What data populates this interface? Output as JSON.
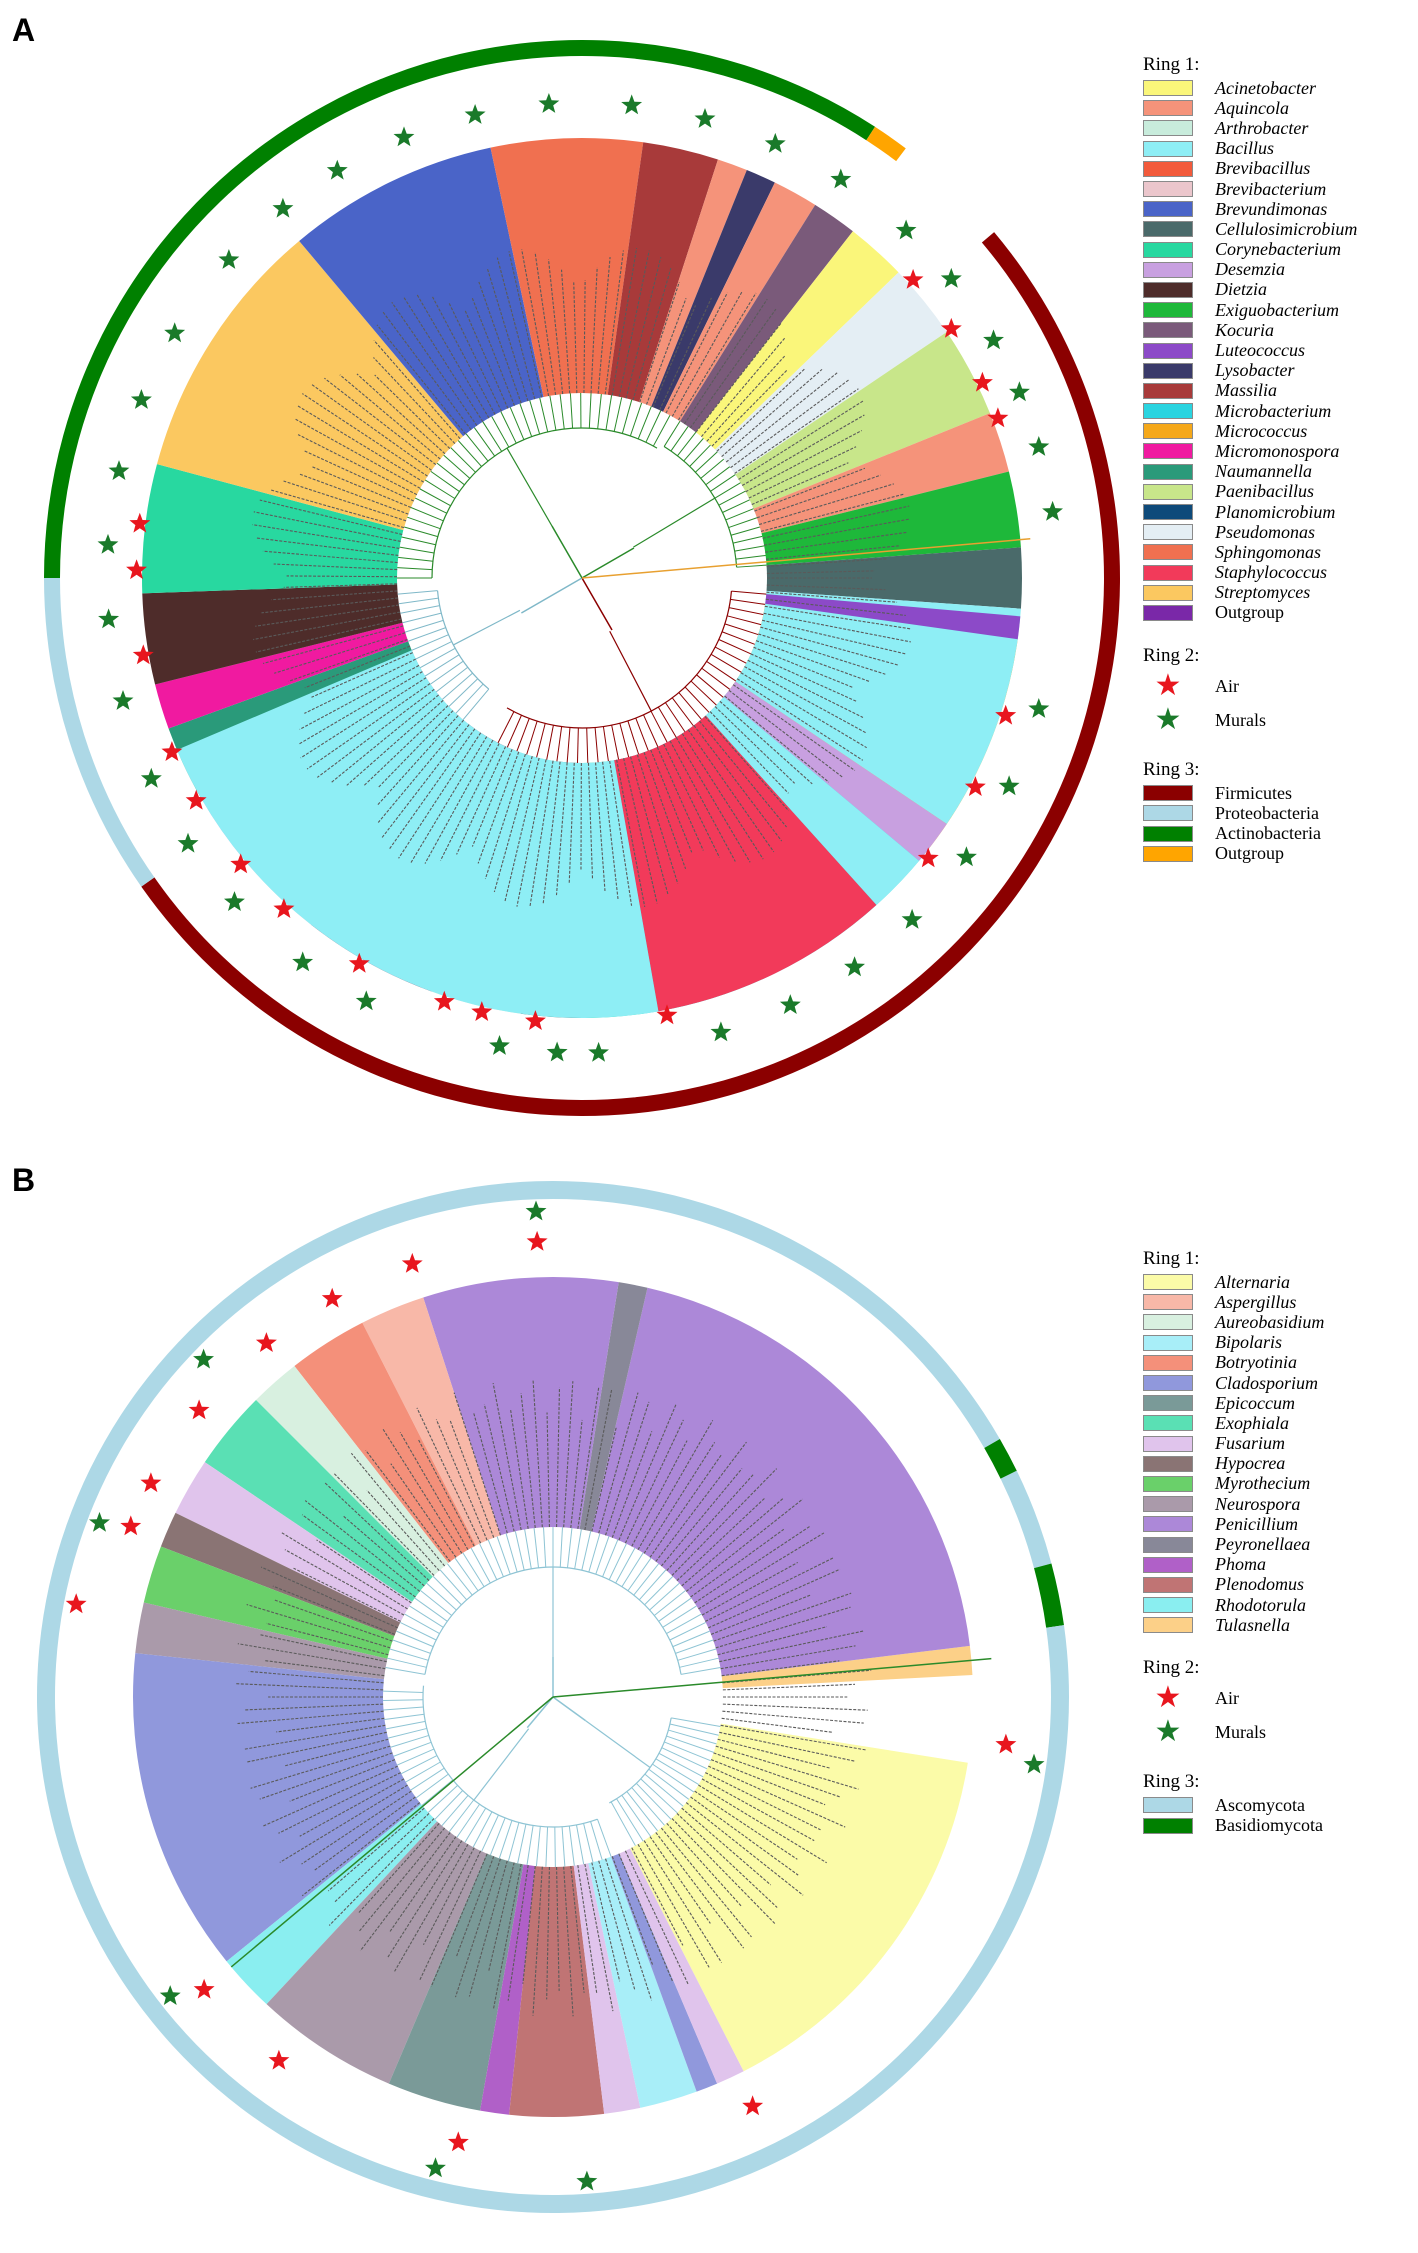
{
  "panels": [
    {
      "letter": "A",
      "legend": {
        "ring1_title": "Ring 1:",
        "ring1": [
          {
            "label": "Acinetobacter",
            "color": "#faf67a"
          },
          {
            "label": "Aquincola",
            "color": "#f5937a"
          },
          {
            "label": "Arthrobacter",
            "color": "#c8ecdc"
          },
          {
            "label": "Bacillus",
            "color": "#8eeef5"
          },
          {
            "label": "Brevibacillus",
            "color": "#f25a3b"
          },
          {
            "label": "Brevibacterium",
            "color": "#ebc6cc"
          },
          {
            "label": "Brevundimonas",
            "color": "#4a64c8"
          },
          {
            "label": "Cellulosimicrobium",
            "color": "#4a6a6a"
          },
          {
            "label": "Corynebacterium",
            "color": "#28d8a0"
          },
          {
            "label": "Desemzia",
            "color": "#c8a0e0"
          },
          {
            "label": "Dietzia",
            "color": "#4e2c2a"
          },
          {
            "label": "Exiguobacterium",
            "color": "#1eb83a"
          },
          {
            "label": "Kocuria",
            "color": "#7a5a7a"
          },
          {
            "label": "Luteococcus",
            "color": "#8c4ac8"
          },
          {
            "label": "Lysobacter",
            "color": "#3a3a6a"
          },
          {
            "label": "Massilia",
            "color": "#a83a3a"
          },
          {
            "label": "Microbacterium",
            "color": "#2ad4e0"
          },
          {
            "label": "Micrococcus",
            "color": "#f5a81a"
          },
          {
            "label": "Micromonospora",
            "color": "#f01aa0"
          },
          {
            "label": "Naumannella",
            "color": "#2a9a7a"
          },
          {
            "label": "Paenibacillus",
            "color": "#c8e68a"
          },
          {
            "label": "Planomicrobium",
            "color": "#0e4a7a"
          },
          {
            "label": "Pseudomonas",
            "color": "#e4eef4"
          },
          {
            "label": "Sphingomonas",
            "color": "#f07050"
          },
          {
            "label": "Staphylococcus",
            "color": "#f23a5a"
          },
          {
            "label": "Streptomyces",
            "color": "#fbc860"
          },
          {
            "label": "Outgroup",
            "color": "#7a28a8"
          }
        ],
        "ring2_title": "Ring 2:",
        "ring2": [
          {
            "label": "Air",
            "color": "#e8161e"
          },
          {
            "label": "Murals",
            "color": "#1a7a2a"
          }
        ],
        "ring3_title": "Ring 3:",
        "ring3": [
          {
            "label": "Firmicutes",
            "color": "#8b0000"
          },
          {
            "label": "Proteobacteria",
            "color": "#add8e6"
          },
          {
            "label": "Actinobacteria",
            "color": "#008000"
          },
          {
            "label": "Outgroup",
            "color": "#ffa500"
          }
        ]
      }
    },
    {
      "letter": "B",
      "legend": {
        "ring1_title": "Ring 1:",
        "ring1": [
          {
            "label": "Alternaria",
            "color": "#fbfba8"
          },
          {
            "label": "Aspergillus",
            "color": "#f8b8a8"
          },
          {
            "label": "Aureobasidium",
            "color": "#d8f0e0"
          },
          {
            "label": "Bipolaris",
            "color": "#a8eef8"
          },
          {
            "label": "Botryotinia",
            "color": "#f4907a"
          },
          {
            "label": "Cladosporium",
            "color": "#9098dc"
          },
          {
            "label": "Epicoccum",
            "color": "#7a9a98"
          },
          {
            "label": "Exophiala",
            "color": "#5ae0b4"
          },
          {
            "label": "Fusarium",
            "color": "#e0c4ec"
          },
          {
            "label": "Hypocrea",
            "color": "#8a7474"
          },
          {
            "label": "Myrothecium",
            "color": "#6ad06a"
          },
          {
            "label": "Neurospora",
            "color": "#aa9aaa"
          },
          {
            "label": "Penicillium",
            "color": "#ac88d8"
          },
          {
            "label": "Peyronellaea",
            "color": "#888898"
          },
          {
            "label": "Phoma",
            "color": "#b060c8"
          },
          {
            "label": "Plenodomus",
            "color": "#c07474"
          },
          {
            "label": "Rhodotorula",
            "color": "#8aeef0"
          },
          {
            "label": "Tulasnella",
            "color": "#fcd088"
          }
        ],
        "ring2_title": "Ring 2:",
        "ring2": [
          {
            "label": "Air",
            "color": "#e8161e"
          },
          {
            "label": "Murals",
            "color": "#1a7a2a"
          }
        ],
        "ring3_title": "Ring 3:",
        "ring3": [
          {
            "label": "Ascomycota",
            "color": "#add8e6"
          },
          {
            "label": "Basidiomycota",
            "color": "#008000"
          }
        ]
      }
    }
  ],
  "tree_a": {
    "ring3": [
      {
        "phylum": "Actinobacteria",
        "from": 180,
        "to": 303
      },
      {
        "phylum": "Outgroup",
        "from": 303,
        "to": 307
      },
      {
        "phylum": "Firmicutes",
        "from": 320,
        "to": 505
      },
      {
        "phylum": "Proteobacteria",
        "from": 505,
        "to": 540
      }
    ],
    "sectors": [
      {
        "genus": "Micrococcus",
        "from": 8,
        "to": 38
      },
      {
        "genus": "Microbacterium",
        "from": 38,
        "to": 82
      },
      {
        "genus": "Corynebacterium",
        "from": 82,
        "to": 90
      },
      {
        "genus": "Cellulosimicrobium",
        "from": 90,
        "to": 98
      },
      {
        "genus": "Arthrobacter",
        "from": 98,
        "to": 110
      },
      {
        "genus": "Kocuria",
        "from": 110,
        "to": 128
      },
      {
        "genus": "Brevibacterium",
        "from": 128,
        "to": 140
      },
      {
        "genus": "Desemzia",
        "from": 140,
        "to": 150
      },
      {
        "genus": "Naumannella",
        "from": 150,
        "to": 160
      },
      {
        "genus": "Micromonospora",
        "from": 160,
        "to": 166
      },
      {
        "genus": "Dietzia",
        "from": 166,
        "to": 178
      },
      {
        "genus": "Corynebacterium",
        "from": 178,
        "to": 195
      },
      {
        "genus": "Streptomyces",
        "from": 195,
        "to": 230
      },
      {
        "genus": "Brevundimonas",
        "from": 230,
        "to": 258
      },
      {
        "genus": "Sphingomonas",
        "from": 258,
        "to": 278
      },
      {
        "genus": "Massilia",
        "from": 278,
        "to": 288
      },
      {
        "genus": "Aquincola",
        "from": 288,
        "to": 292
      },
      {
        "genus": "Lysobacter",
        "from": 292,
        "to": 296
      },
      {
        "genus": "Aquincola",
        "from": 296,
        "to": 302
      },
      {
        "genus": "Kocuria",
        "from": 302,
        "to": 308
      },
      {
        "genus": "Acinetobacter",
        "from": 308,
        "to": 316
      },
      {
        "genus": "Pseudomonas",
        "from": 316,
        "to": 326
      },
      {
        "genus": "Paenibacillus",
        "from": 326,
        "to": 338
      },
      {
        "genus": "Aquincola",
        "from": 338,
        "to": 346
      },
      {
        "genus": "Exiguobacterium",
        "from": 346,
        "to": 356
      },
      {
        "genus": "Cellulosimicrobium",
        "from": 356,
        "to": 364
      },
      {
        "genus": "Bacillus",
        "from": 364,
        "to": 394
      },
      {
        "genus": "Desemzia",
        "from": 394,
        "to": 400
      },
      {
        "genus": "Bacillus",
        "from": 400,
        "to": 408
      },
      {
        "genus": "Staphylococcus",
        "from": 408,
        "to": 440
      },
      {
        "genus": "Bacillus",
        "from": 440,
        "to": 517
      },
      {
        "genus": "Luteococcus",
        "from": 5,
        "to": 8
      }
    ],
    "stars": [
      {
        "source": "Murals",
        "angle": 184,
        "r": 352
      },
      {
        "source": "Murals",
        "angle": 193,
        "r": 352
      },
      {
        "source": "Murals",
        "angle": 202,
        "r": 352
      },
      {
        "source": "Murals",
        "angle": 211,
        "r": 352
      },
      {
        "source": "Murals",
        "angle": 222,
        "r": 352
      },
      {
        "source": "Murals",
        "angle": 231,
        "r": 352
      },
      {
        "source": "Murals",
        "angle": 239,
        "r": 352
      },
      {
        "source": "Murals",
        "angle": 248,
        "r": 352
      },
      {
        "source": "Murals",
        "angle": 257,
        "r": 352
      },
      {
        "source": "Murals",
        "angle": 266,
        "r": 352
      },
      {
        "source": "Murals",
        "angle": 276,
        "r": 352
      },
      {
        "source": "Murals",
        "angle": 285,
        "r": 352
      },
      {
        "source": "Murals",
        "angle": 294,
        "r": 352
      },
      {
        "source": "Murals",
        "angle": 303,
        "r": 352
      },
      {
        "source": "Murals",
        "angle": 313,
        "r": 352
      },
      {
        "source": "Air",
        "angle": 318,
        "r": 330
      },
      {
        "source": "Murals",
        "angle": 321,
        "r": 352
      },
      {
        "source": "Air",
        "angle": 326,
        "r": 330
      },
      {
        "source": "Murals",
        "angle": 330,
        "r": 352
      },
      {
        "source": "Air",
        "angle": 334,
        "r": 330
      },
      {
        "source": "Murals",
        "angle": 337,
        "r": 352
      },
      {
        "source": "Air",
        "angle": 339,
        "r": 330
      },
      {
        "source": "Murals",
        "angle": 344,
        "r": 352
      },
      {
        "source": "Air",
        "angle": 181,
        "r": 330
      },
      {
        "source": "Air",
        "angle": 187,
        "r": 330
      },
      {
        "source": "Murals",
        "angle": 175,
        "r": 352
      },
      {
        "source": "Murals",
        "angle": 165,
        "r": 352
      },
      {
        "source": "Air",
        "angle": 170,
        "r": 330
      },
      {
        "source": "Air",
        "angle": 157,
        "r": 330
      },
      {
        "source": "Murals",
        "angle": 155,
        "r": 352
      },
      {
        "source": "Air",
        "angle": 150,
        "r": 330
      },
      {
        "source": "Murals",
        "angle": 146,
        "r": 352
      },
      {
        "source": "Air",
        "angle": 140,
        "r": 330
      },
      {
        "source": "Murals",
        "angle": 137,
        "r": 352
      },
      {
        "source": "Air",
        "angle": 132,
        "r": 330
      },
      {
        "source": "Murals",
        "angle": 126,
        "r": 352
      },
      {
        "source": "Air",
        "angle": 120,
        "r": 330
      },
      {
        "source": "Murals",
        "angle": 117,
        "r": 352
      },
      {
        "source": "Air",
        "angle": 108,
        "r": 330
      },
      {
        "source": "Air",
        "angle": 103,
        "r": 330
      },
      {
        "source": "Murals",
        "angle": 100,
        "r": 352
      },
      {
        "source": "Murals",
        "angle": 93,
        "r": 352
      },
      {
        "source": "Murals",
        "angle": 88,
        "r": 352
      },
      {
        "source": "Air",
        "angle": 96,
        "r": 330
      },
      {
        "source": "Air",
        "angle": 79,
        "r": 330
      },
      {
        "source": "Murals",
        "angle": 73,
        "r": 352
      },
      {
        "source": "Murals",
        "angle": 64,
        "r": 352
      },
      {
        "source": "Murals",
        "angle": 55,
        "r": 352
      },
      {
        "source": "Murals",
        "angle": 46,
        "r": 352
      },
      {
        "source": "Air",
        "angle": 39,
        "r": 330
      },
      {
        "source": "Murals",
        "angle": 36,
        "r": 352
      },
      {
        "source": "Air",
        "angle": 28,
        "r": 330
      },
      {
        "source": "Murals",
        "angle": 26,
        "r": 352
      },
      {
        "source": "Air",
        "angle": 18,
        "r": 330
      },
      {
        "source": "Murals",
        "angle": 16,
        "r": 352
      },
      {
        "source": "Murals",
        "angle": 352,
        "r": 352
      }
    ]
  },
  "tree_b": {
    "ring3": [
      {
        "phylum": "Ascomycota",
        "from": 0,
        "to": 330
      },
      {
        "phylum": "Basidiomycota",
        "from": 330,
        "to": 334
      },
      {
        "phylum": "Ascomycota",
        "from": 334,
        "to": 345
      },
      {
        "phylum": "Basidiomycota",
        "from": 345,
        "to": 352
      },
      {
        "phylum": "Ascomycota",
        "from": 352,
        "to": 360
      }
    ],
    "sectors": [
      {
        "genus": "Tulasnella",
        "from": 353,
        "to": 357
      },
      {
        "genus": "Penicillium",
        "from": 283,
        "to": 353
      },
      {
        "genus": "Peyronellaea",
        "from": 279,
        "to": 283
      },
      {
        "genus": "Penicillium",
        "from": 252,
        "to": 279
      },
      {
        "genus": "Aspergillus",
        "from": 243,
        "to": 252
      },
      {
        "genus": "Botryotinia",
        "from": 232,
        "to": 243
      },
      {
        "genus": "Aureobasidium",
        "from": 225,
        "to": 232
      },
      {
        "genus": "Exophiala",
        "from": 214,
        "to": 225
      },
      {
        "genus": "Fusarium",
        "from": 206,
        "to": 214
      },
      {
        "genus": "Hypocrea",
        "from": 201,
        "to": 206
      },
      {
        "genus": "Myrothecium",
        "from": 193,
        "to": 201
      },
      {
        "genus": "Neurospora",
        "from": 186,
        "to": 193
      },
      {
        "genus": "Cladosporium",
        "from": 141,
        "to": 186
      },
      {
        "genus": "Rhodotorula",
        "from": 133,
        "to": 141
      },
      {
        "genus": "Neurospora",
        "from": 113,
        "to": 133
      },
      {
        "genus": "Epicoccum",
        "from": 100,
        "to": 113
      },
      {
        "genus": "Phoma",
        "from": 96,
        "to": 100
      },
      {
        "genus": "Plenodomus",
        "from": 83,
        "to": 96
      },
      {
        "genus": "Fusarium",
        "from": 78,
        "to": 83
      },
      {
        "genus": "Bipolaris",
        "from": 70,
        "to": 78
      },
      {
        "genus": "Cladosporium",
        "from": 67,
        "to": 70
      },
      {
        "genus": "Fusarium",
        "from": 63,
        "to": 67
      },
      {
        "genus": "Alternaria",
        "from": 9,
        "to": 63
      }
    ],
    "stars": [
      {
        "source": "Air",
        "angle": 268,
        "r": 345
      },
      {
        "source": "Murals",
        "angle": 268,
        "r": 368
      },
      {
        "source": "Air",
        "angle": 252,
        "r": 345
      },
      {
        "source": "Air",
        "angle": 241,
        "r": 345
      },
      {
        "source": "Air",
        "angle": 231,
        "r": 345
      },
      {
        "source": "Murals",
        "angle": 224,
        "r": 368
      },
      {
        "source": "Air",
        "angle": 219,
        "r": 345
      },
      {
        "source": "Air",
        "angle": 208,
        "r": 345
      },
      {
        "source": "Murals",
        "angle": 201,
        "r": 368
      },
      {
        "source": "Air",
        "angle": 202,
        "r": 345
      },
      {
        "source": "Air",
        "angle": 191,
        "r": 368
      },
      {
        "source": "Murals",
        "angle": 142,
        "r": 368
      },
      {
        "source": "Air",
        "angle": 140,
        "r": 345
      },
      {
        "source": "Air",
        "angle": 127,
        "r": 345
      },
      {
        "source": "Air",
        "angle": 102,
        "r": 345
      },
      {
        "source": "Murals",
        "angle": 104,
        "r": 368
      },
      {
        "source": "Murals",
        "angle": 86,
        "r": 368
      },
      {
        "source": "Air",
        "angle": 64,
        "r": 345
      },
      {
        "source": "Air",
        "angle": 6,
        "r": 345
      },
      {
        "source": "Murals",
        "angle": 8,
        "r": 368
      }
    ]
  }
}
